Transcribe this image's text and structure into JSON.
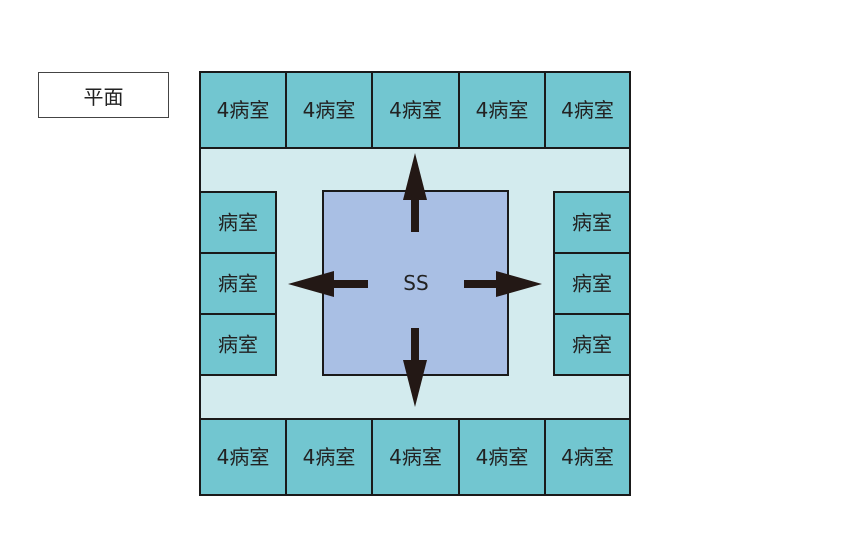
{
  "plan_label": "平面",
  "station_label": "SS",
  "rooms": {
    "top": [
      "4病室",
      "4病室",
      "4病室",
      "4病室",
      "4病室"
    ],
    "left": [
      "病室",
      "病室",
      "病室"
    ],
    "right": [
      "病室",
      "病室",
      "病室"
    ],
    "bottom": [
      "4病室",
      "4病室",
      "4病室",
      "4病室",
      "4病室"
    ]
  },
  "colors": {
    "room_fill": "#72c6d0",
    "corridor_fill": "#d3ebee",
    "station_fill": "#a9bfe4",
    "stroke": "#1a1a1a",
    "arrow": "#231815"
  }
}
